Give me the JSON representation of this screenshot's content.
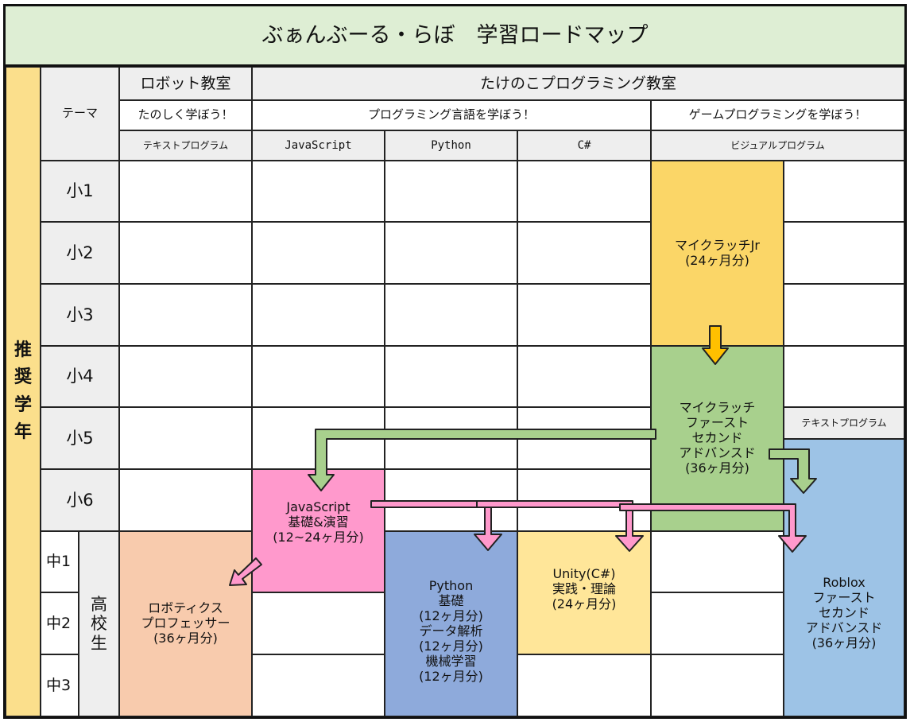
{
  "title": "ぶぁんぶーる・らぼ　学習ロードマップ",
  "sidebar_label": "推\n奨\n学\n年",
  "theme_label": "テーマ",
  "robot": {
    "name": "ロボット教室",
    "sub": "たのしく学ぼう！",
    "type": "テキストプログラム"
  },
  "takenoko": {
    "name": "たけのこプログラミング教室",
    "lang_sub": "プログラミング言語を学ぼう！",
    "game_sub": "ゲームプログラミングを学ぼう！",
    "languages": [
      "JavaScript",
      "Python",
      "C#"
    ],
    "visual": "ビジュアルプログラム"
  },
  "grades": [
    "小1",
    "小2",
    "小3",
    "小4",
    "小5",
    "小6"
  ],
  "jh_grades": [
    "中1",
    "中2",
    "中3"
  ],
  "high_school": "高\n校\n生",
  "courses": {
    "scratch_jr": "マイクラッチJr\n(24ヶ月分)",
    "scratch": "マイクラッチ\nファースト\nセカンド\nアドバンスド\n(36ヶ月分)",
    "text_program_label": "テキストプログラム",
    "roblox": "Roblox\nファースト\nセカンド\nアドバンスド\n(36ヶ月分)",
    "javascript": "JavaScript\n基礎&演習\n(12~24ヶ月分)",
    "python": "Python\n基礎\n(12ヶ月分)\nデータ解析\n(12ヶ月分)\n機械学習\n(12ヶ月分)",
    "unity": "Unity(C#)\n実践・理論\n(24ヶ月分)",
    "robotics": "ロボティクス\nプロフェッサー\n(36ヶ月分)"
  },
  "colors": {
    "title_bg": "#deeed4",
    "sidebar": "#fbdf8c",
    "scratch_jr": "#fbd667",
    "scratch": "#a8d08d",
    "roblox": "#9dc3e6",
    "javascript": "#ff99cc",
    "python": "#8eaadb",
    "unity": "#ffe699",
    "robotics": "#f8cbad",
    "arrow_pink": "#ff99cc",
    "arrow_green": "#a8d08d",
    "arrow_orange": "#ffc000"
  }
}
